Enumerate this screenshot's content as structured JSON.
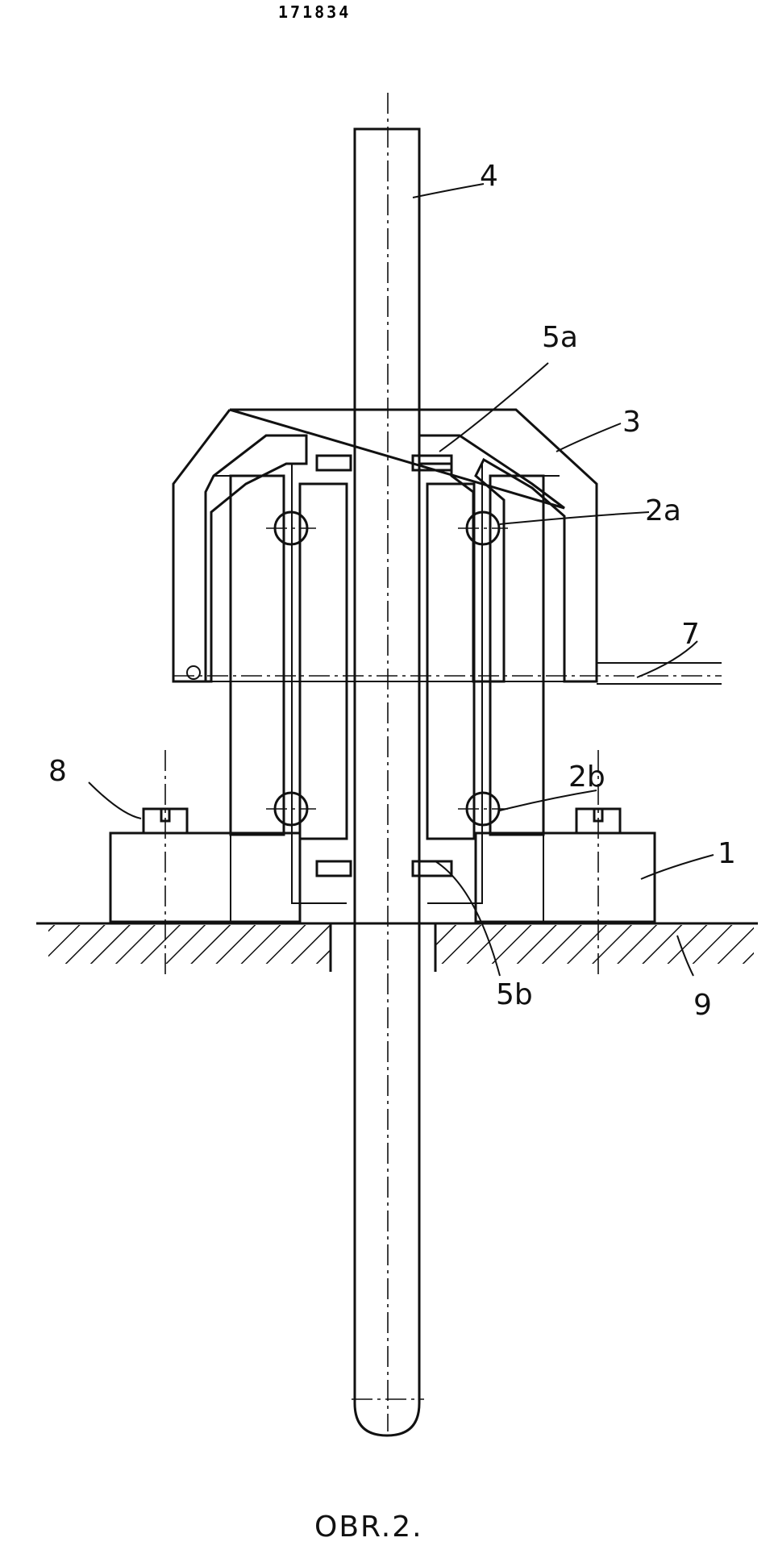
{
  "header": {
    "patent_number": "171834"
  },
  "labels": {
    "rod": "4",
    "washer_top": "5a",
    "cap": "3",
    "ball_top": "2a",
    "cable": "7",
    "screw": "8",
    "ball_bottom": "2b",
    "base": "1",
    "washer_bottom": "5b",
    "floor": "9"
  },
  "caption": "OBR.2."
}
